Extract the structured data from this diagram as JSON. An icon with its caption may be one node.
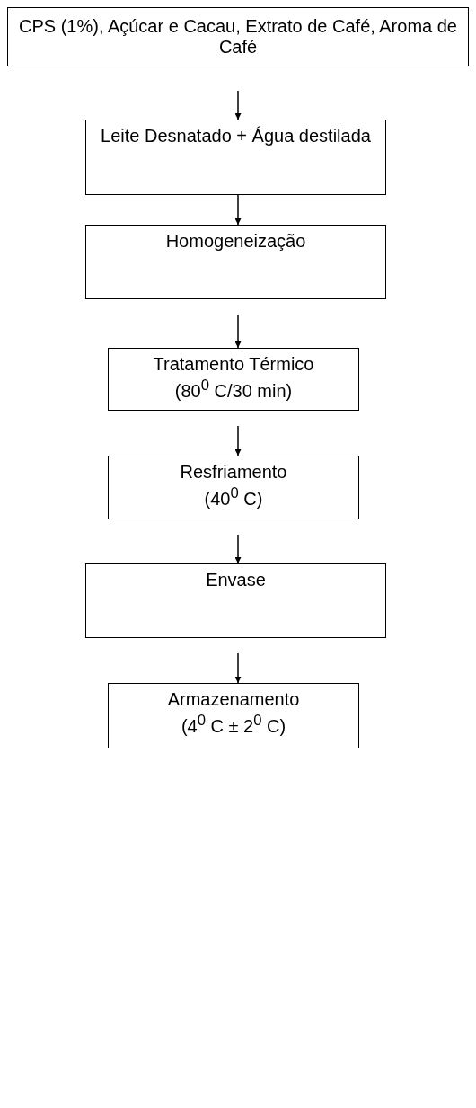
{
  "diagram": {
    "nodes": [
      {
        "text": [
          "CPS (1%), Açúcar e Cacau, Extrato de Café, Aroma de Café"
        ]
      },
      {
        "text": [
          "Leite Desnatado + Água destilada"
        ]
      },
      {
        "text": [
          "Homogeneização"
        ]
      },
      {
        "text": [
          "Tratamento Térmico",
          "(80$^{0}$ C/30 min)"
        ]
      },
      {
        "text": [
          "Resfriamento",
          "(40$^{0}$ C)"
        ]
      },
      {
        "text": [
          "Envase"
        ]
      },
      {
        "text": [
          "Armazenamento",
          "(4$^{0}$ C ± 2$^{0}$ C)"
        ]
      }
    ],
    "edges": [
      {
        "from": 0,
        "to": 1,
        "arrow": "to"
      },
      {
        "from": 1,
        "to": 2,
        "arrow": "to"
      },
      {
        "from": 2,
        "to": 3,
        "arrow": "to"
      },
      {
        "from": 3,
        "to": 4,
        "arrow": "to"
      },
      {
        "from": 4,
        "to": 5,
        "arrow": "to"
      },
      {
        "from": 5,
        "to": 6,
        "arrow": "to"
      }
    ]
  }
}
